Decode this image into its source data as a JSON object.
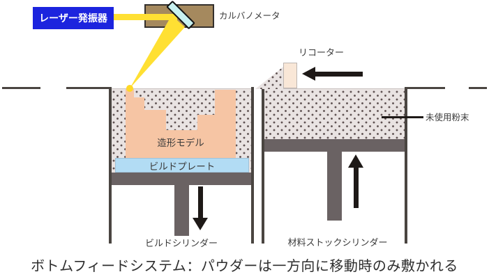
{
  "labels": {
    "laser": "レーザー発振器",
    "galvanometer": "カルバノメータ",
    "recoater": "リコーター",
    "unused_powder": "未使用粉末",
    "model": "造形モデル",
    "build_plate": "ビルドプレート",
    "build_cylinder": "ビルドシリンダー",
    "stock_cylinder": "材料ストックシリンダー"
  },
  "caption": "ボトムフィードシステム：パウダーは一方向に移動時のみ敷かれる",
  "colors": {
    "laser_box_blue": "#1c24de",
    "beam_yellow": "#ffe033",
    "laser_spot_yellow": "#ffd826",
    "galvo_brown": "#a5895e",
    "mirror_cyan": "#c8f1f0",
    "powder_background": "#e9e3e2",
    "powder_dot": "#5f5252",
    "model_fill": "#f6c5a4",
    "build_plate_fill": "#b2dcf4",
    "platform_gray": "#6a6263",
    "wall_dark": "#4a4541",
    "arrow_black": "#1e1917"
  }
}
